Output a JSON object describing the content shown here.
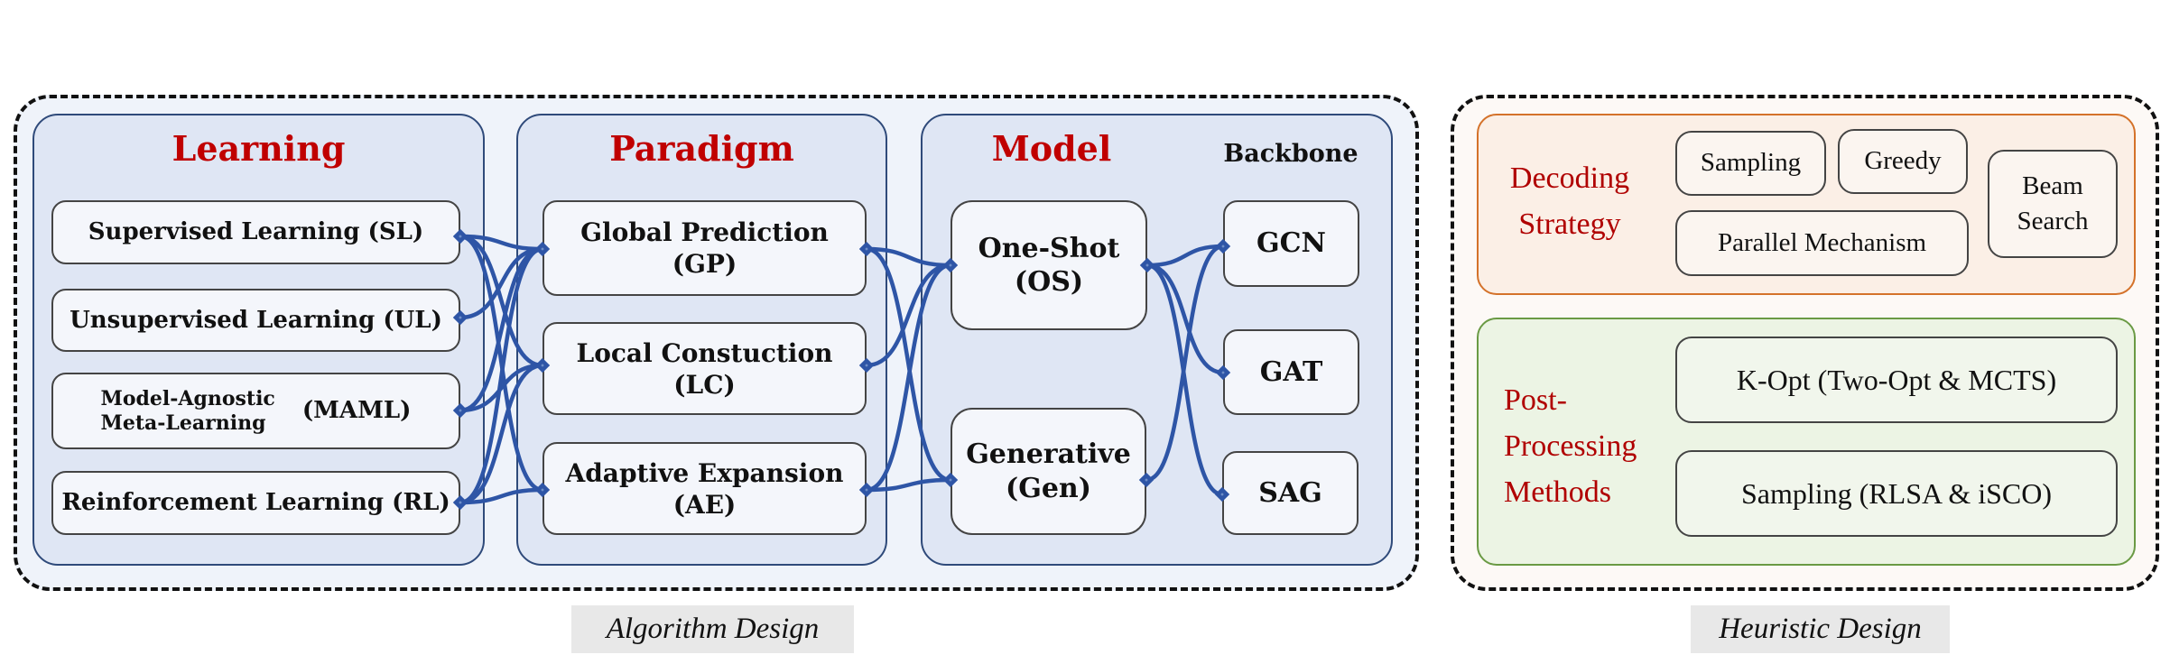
{
  "algorithm_design": {
    "caption": "Algorithm Design",
    "learning": {
      "title": "Learning",
      "items": [
        {
          "id": "SL",
          "label": "Supervised Learning (SL)"
        },
        {
          "id": "UL",
          "label": "Unsupervised Learning (UL)"
        },
        {
          "id": "MAML",
          "label_line1": "Model-Agnostic",
          "label_line2": "Meta-Learning",
          "abbr": "(MAML)"
        },
        {
          "id": "RL",
          "label": "Reinforcement Learning (RL)"
        }
      ]
    },
    "paradigm": {
      "title": "Paradigm",
      "items": [
        {
          "id": "GP",
          "line1": "Global Prediction",
          "line2": "(GP)"
        },
        {
          "id": "LC",
          "line1": "Local Constuction",
          "line2": "(LC)"
        },
        {
          "id": "AE",
          "line1": "Adaptive Expansion",
          "line2": "(AE)"
        }
      ]
    },
    "model": {
      "title": "Model",
      "backbone_title": "Backbone",
      "items": [
        {
          "id": "OS",
          "line1": "One-Shot",
          "line2": "(OS)"
        },
        {
          "id": "Gen",
          "line1": "Generative",
          "line2": "(Gen)"
        }
      ],
      "backbones": [
        {
          "id": "GCN",
          "label": "GCN"
        },
        {
          "id": "GAT",
          "label": "GAT"
        },
        {
          "id": "SAG",
          "label": "SAG"
        }
      ]
    },
    "connections": {
      "learning_to_paradigm": [
        [
          "SL",
          "GP"
        ],
        [
          "SL",
          "LC"
        ],
        [
          "SL",
          "AE"
        ],
        [
          "UL",
          "GP"
        ],
        [
          "MAML",
          "GP"
        ],
        [
          "MAML",
          "LC"
        ],
        [
          "RL",
          "GP"
        ],
        [
          "RL",
          "LC"
        ],
        [
          "RL",
          "AE"
        ]
      ],
      "paradigm_to_model": [
        [
          "GP",
          "OS"
        ],
        [
          "GP",
          "Gen"
        ],
        [
          "LC",
          "OS"
        ],
        [
          "AE",
          "OS"
        ],
        [
          "AE",
          "Gen"
        ]
      ],
      "model_to_backbone": [
        [
          "OS",
          "GCN"
        ],
        [
          "OS",
          "GAT"
        ],
        [
          "OS",
          "SAG"
        ],
        [
          "Gen",
          "GCN"
        ]
      ]
    }
  },
  "heuristic_design": {
    "caption": "Heuristic Design",
    "decoding_strategy": {
      "title_line1": "Decoding",
      "title_line2": "Strategy",
      "items": {
        "sampling": "Sampling",
        "greedy": "Greedy",
        "parallel": "Parallel Mechanism",
        "beam_line1": "Beam",
        "beam_line2": "Search"
      }
    },
    "post_processing": {
      "title_line1": "Post-",
      "title_line2": "Processing",
      "title_line3": "Methods",
      "items": [
        "K-Opt (Two-Opt & MCTS)",
        "Sampling (RLSA & iSCO)"
      ]
    }
  },
  "colors": {
    "heading_red": "#c00000",
    "link_blue": "#2e55a6",
    "decoding_border": "#d4722a",
    "post_border": "#6a9a44"
  }
}
